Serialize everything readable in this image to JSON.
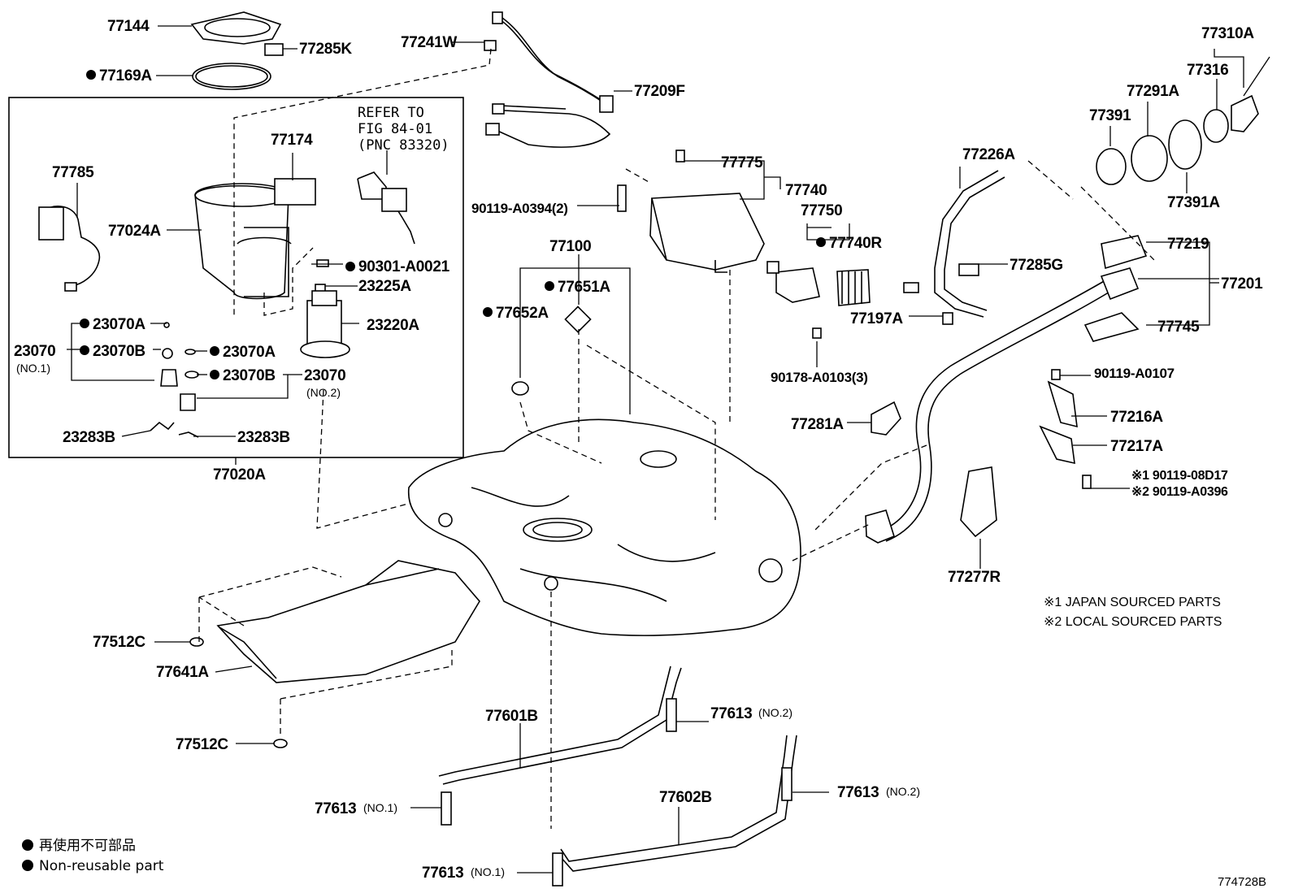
{
  "labels": {
    "p77144": "77144",
    "p77285K": "77285K",
    "p77241W": "77241W",
    "p77169A": "77169A",
    "p77209F": "77209F",
    "p77310A": "77310A",
    "p77316": "77316",
    "p77291A": "77291A",
    "p77391": "77391",
    "p77391A": "77391A",
    "refer1": "REFER TO",
    "refer2": "FIG 84-01",
    "refer3": "(PNC 83320)",
    "p77174": "77174",
    "p77785": "77785",
    "p77024A": "77024A",
    "p90301": "90301-A0021",
    "p23225A": "23225A",
    "p23220A": "23220A",
    "p23070A_1": "23070A",
    "p23070B_1": "23070B",
    "p23070_no1": "23070",
    "no1": "(NO.1)",
    "p23070A_2": "23070A",
    "p23070B_2": "23070B",
    "p23070_no2": "23070",
    "no2": "(NO.2)",
    "p23283B_1": "23283B",
    "p23283B_2": "23283B",
    "p77020A": "77020A",
    "p77775": "77775",
    "p77740": "77740",
    "p90119_A0394": "90119-A0394(2)",
    "p77750": "77750",
    "p77740R": "77740R",
    "p77226A": "77226A",
    "p77219": "77219",
    "p77201": "77201",
    "p77285G": "77285G",
    "p77197A": "77197A",
    "p77745": "77745",
    "p90178": "90178-A0103(3)",
    "p77100": "77100",
    "p77651A": "77651A",
    "p77652A": "77652A",
    "p90119_A0107": "90119-A0107",
    "p77216A": "77216A",
    "p77217A": "77217A",
    "p90119_08D17": "※1 90119-08D17",
    "p90119_A0396": "※2 90119-A0396",
    "p77281A": "77281A",
    "p77277R": "77277R",
    "p77512C_1": "77512C",
    "p77641A": "77641A",
    "p77512C_2": "77512C",
    "p77601B": "77601B",
    "p77613_1": "77613",
    "p77613_1_no": "(NO.2)",
    "p77602B": "77602B",
    "p77613_2": "77613",
    "p77613_2_no": "(NO.2)",
    "p77613_3": "77613",
    "p77613_3_no": "(NO.1)",
    "p77613_4": "77613",
    "p77613_4_no": "(NO.1)"
  },
  "notes": {
    "japan": "※1 JAPAN SOURCED PARTS",
    "local": "※2 LOCAL SOURCED PARTS"
  },
  "legend": {
    "jp": "再使用不可部品",
    "en": "Non-reusable part"
  },
  "figure_id": "774728B"
}
